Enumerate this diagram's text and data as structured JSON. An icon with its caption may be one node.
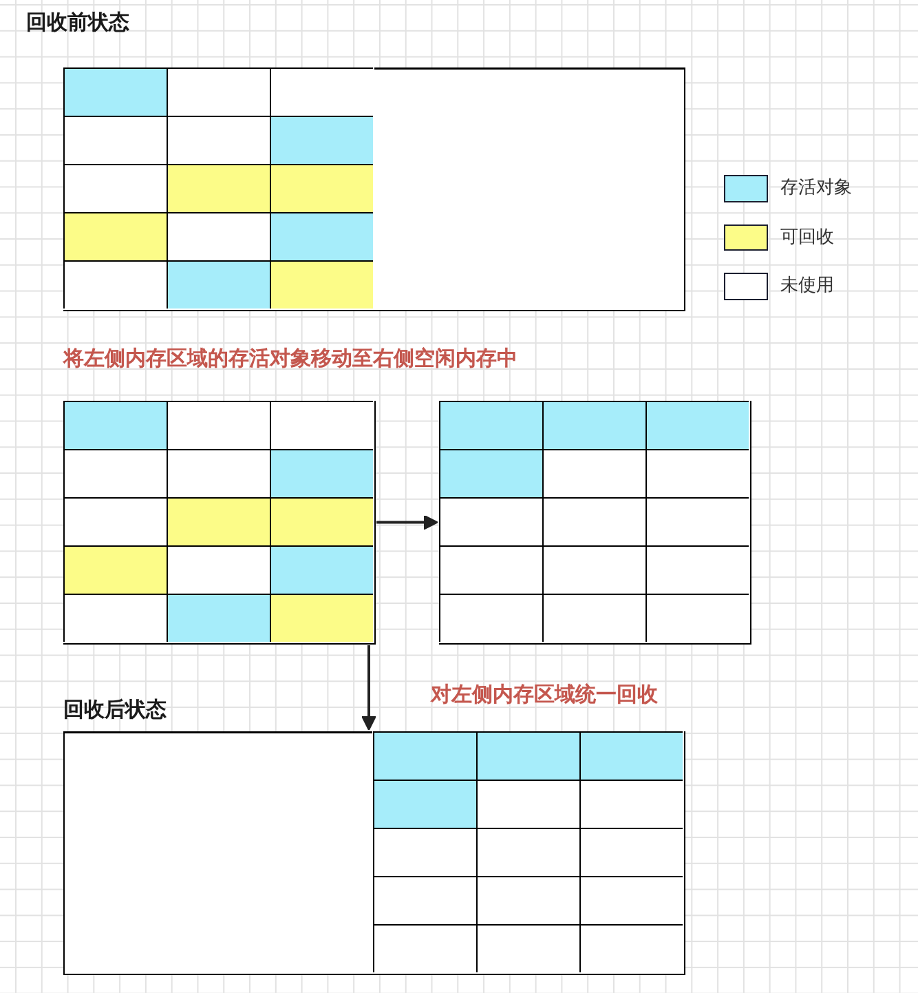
{
  "diagram": {
    "nodes": [
      {
        "text": [],
        "shape": "box"
      },
      {
        "text": [],
        "shape": "box",
        "in": 0
      },
      {
        "text": [],
        "shape": "box",
        "in": 0
      },
      {
        "text": [],
        "shape": "box",
        "in": 0
      },
      {
        "text": [],
        "shape": "box",
        "in": 0
      },
      {
        "text": [],
        "shape": "box",
        "in": 0
      },
      {
        "text": [],
        "shape": "box",
        "in": 0
      },
      {
        "text": [],
        "shape": "box",
        "in": 0
      },
      {
        "text": [],
        "shape": "box",
        "in": 0
      },
      {
        "text": [],
        "shape": "box",
        "in": 0
      },
      {
        "text": [],
        "shape": "box",
        "in": 0
      },
      {
        "text": [],
        "shape": "box",
        "in": 0
      },
      {
        "text": [],
        "shape": "box",
        "in": 0
      },
      {
        "text": [],
        "shape": "box",
        "in": 0
      },
      {
        "text": [],
        "shape": "box",
        "in": 0
      },
      {
        "text": [],
        "shape": "box",
        "in": 0
      },
      {
        "text": [],
        "shape": "box"
      },
      {
        "text": [],
        "shape": "box",
        "in": 16
      },
      {
        "text": [],
        "shape": "box",
        "in": 16
      },
      {
        "text": [],
        "shape": "box",
        "in": 16
      },
      {
        "text": [],
        "shape": "box",
        "in": 16
      },
      {
        "text": [],
        "shape": "box",
        "in": 16
      },
      {
        "text": [],
        "shape": "box",
        "in": 16
      },
      {
        "text": [],
        "shape": "box",
        "in": 16
      },
      {
        "text": [],
        "shape": "box",
        "in": 16
      },
      {
        "text": [],
        "shape": "box",
        "in": 16
      },
      {
        "text": [],
        "shape": "box",
        "in": 16
      },
      {
        "text": [],
        "shape": "box",
        "in": 16
      },
      {
        "text": [],
        "shape": "box",
        "in": 16
      },
      {
        "text": [],
        "shape": "box",
        "in": 16
      },
      {
        "text": [],
        "shape": "box",
        "in": 16
      },
      {
        "text": [],
        "shape": "box",
        "in": 16
      },
      {
        "text": [],
        "shape": "box"
      },
      {
        "text": [],
        "shape": "box",
        "in": 32
      },
      {
        "text": [],
        "shape": "box",
        "in": 32
      },
      {
        "text": [],
        "shape": "box",
        "in": 32
      },
      {
        "text": [],
        "shape": "box",
        "in": 32
      },
      {
        "text": [],
        "shape": "box",
        "in": 32
      },
      {
        "text": [],
        "shape": "box",
        "in": 32
      },
      {
        "text": [],
        "shape": "box",
        "in": 32
      },
      {
        "text": [],
        "shape": "box",
        "in": 32
      },
      {
        "text": [],
        "shape": "box",
        "in": 32
      },
      {
        "text": [],
        "shape": "box",
        "in": 32
      },
      {
        "text": [],
        "shape": "box",
        "in": 32
      },
      {
        "text": [],
        "shape": "box",
        "in": 32
      },
      {
        "text": [],
        "shape": "box",
        "in": 32
      },
      {
        "text": [],
        "shape": "box",
        "in": 32
      },
      {
        "text": [],
        "shape": "box",
        "in": 32
      },
      {
        "text": [],
        "shape": "box"
      },
      {
        "text": [],
        "shape": "box",
        "in": 48
      },
      {
        "text": [],
        "shape": "box",
        "in": 48
      },
      {
        "text": [],
        "shape": "box",
        "in": 48
      },
      {
        "text": [],
        "shape": "box",
        "in": 48
      },
      {
        "text": [],
        "shape": "box",
        "in": 48
      },
      {
        "text": [],
        "shape": "box",
        "in": 48
      },
      {
        "text": [],
        "shape": "box",
        "in": 48
      },
      {
        "text": [],
        "shape": "box",
        "in": 48
      },
      {
        "text": [],
        "shape": "box",
        "in": 48
      },
      {
        "text": [],
        "shape": "box",
        "in": 48
      },
      {
        "text": [],
        "shape": "box",
        "in": 48
      },
      {
        "text": [],
        "shape": "box",
        "in": 48
      },
      {
        "text": [],
        "shape": "box",
        "in": 48
      },
      {
        "text": [],
        "shape": "box",
        "in": 48
      },
      {
        "text": [],
        "shape": "box",
        "in": 48
      }
    ],
    "edges": [
      {
        "from": 16,
        "to": 32,
        "arrow": "to"
      },
      {
        "from": 16,
        "to": 48,
        "arrow": "to"
      }
    ],
    "labels": [
      "回收前状态",
      "将左侧内存区域的存活对象移动至右侧空闲内存中",
      "对左侧内存区域统一回收",
      "回收后状态"
    ],
    "legend": [
      {
        "text": "存活对象",
        "color": "#a6edfa"
      },
      {
        "text": "可回收",
        "color": "#fcfc88"
      },
      {
        "text": "未使用",
        "color": "#ffffff"
      }
    ]
  }
}
